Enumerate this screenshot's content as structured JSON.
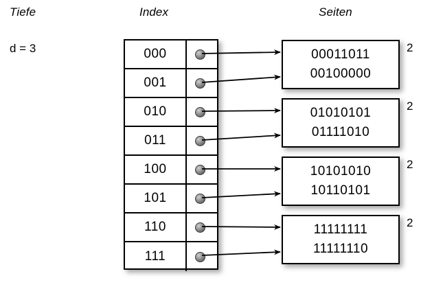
{
  "headers": {
    "depth": "Tiefe",
    "index": "Index",
    "pages": "Seiten"
  },
  "depth": {
    "label": "d = 3"
  },
  "index_table": {
    "rows": [
      {
        "key": "000",
        "pointer_icon": "sphere-bullet-icon",
        "target": 0
      },
      {
        "key": "001",
        "pointer_icon": "sphere-bullet-icon",
        "target": 0
      },
      {
        "key": "010",
        "pointer_icon": "sphere-bullet-icon",
        "target": 1
      },
      {
        "key": "011",
        "pointer_icon": "sphere-bullet-icon",
        "target": 1
      },
      {
        "key": "100",
        "pointer_icon": "sphere-bullet-icon",
        "target": 2
      },
      {
        "key": "101",
        "pointer_icon": "sphere-bullet-icon",
        "target": 2
      },
      {
        "key": "110",
        "pointer_icon": "sphere-bullet-icon",
        "target": 3
      },
      {
        "key": "111",
        "pointer_icon": "sphere-bullet-icon",
        "target": 3
      }
    ]
  },
  "pages": [
    {
      "line1": "00011011",
      "line2": "00100000",
      "count": "2"
    },
    {
      "line1": "01010101",
      "line2": "01111010",
      "count": "2"
    },
    {
      "line1": "10101010",
      "line2": "10110101",
      "count": "2"
    },
    {
      "line1": "11111111",
      "line2": "11111110",
      "count": "2"
    }
  ],
  "colors": {
    "background": "#ffffff",
    "stroke": "#000000",
    "bullet": "#7a7a7a",
    "shadow": "rgba(0,0,0,0.35)"
  }
}
